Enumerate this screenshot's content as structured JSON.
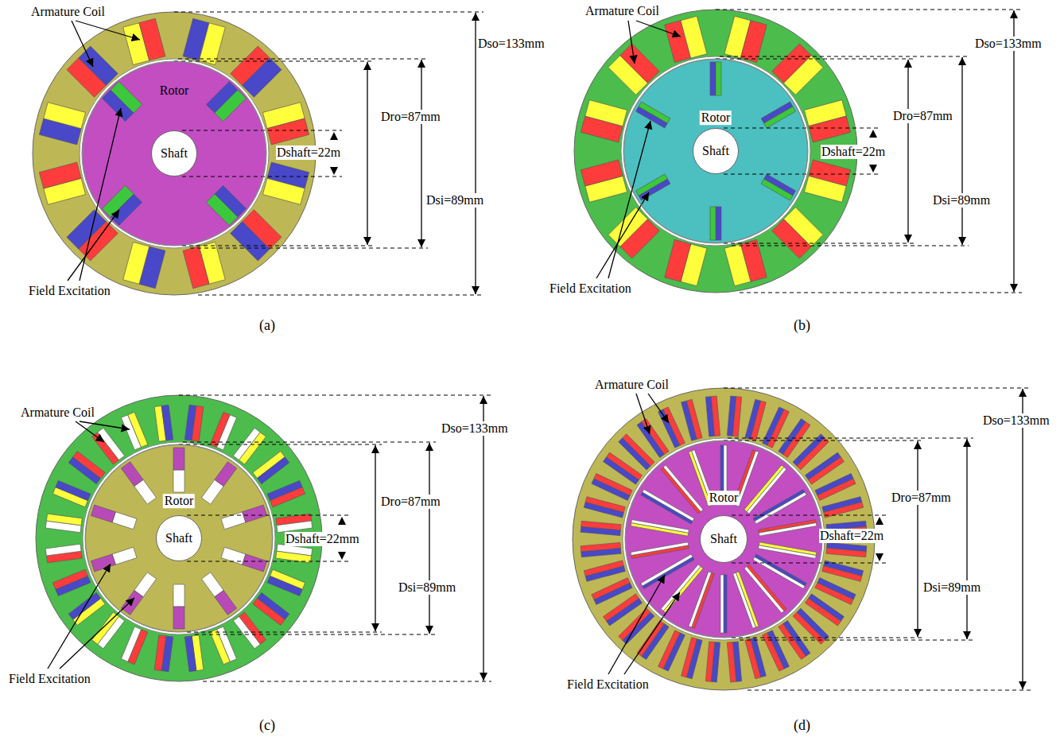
{
  "diagram": {
    "nodes": [
      {
        "text": [
          "Rotor"
        ]
      },
      {
        "text": [
          "Shaft"
        ],
        "in": 0
      },
      {
        "text": [
          "Rotor"
        ]
      },
      {
        "text": [
          "Shaft"
        ],
        "in": 2
      },
      {
        "text": [
          "Rotor"
        ]
      },
      {
        "text": [
          "Shaft"
        ],
        "in": 4
      },
      {
        "text": [
          "Rotor"
        ]
      },
      {
        "text": [
          "Shaft"
        ],
        "in": 6
      }
    ],
    "labels": [
      "Armature Coil",
      "Dso=133mm",
      "Dro=87mm",
      "Dshaft=22m",
      "Dsi=89mm",
      "Field Excitation",
      "(a)",
      "Armature Coil",
      "Dso=133mm",
      "Dro=87mm",
      "Dshaft=22m",
      "Dsi=89mm",
      "Field Excitation",
      "(b)",
      "Armature Coil",
      "Dso=133mm",
      "Dro=87mm",
      "Dshaft=22mm",
      "Dsi=89mm",
      "Field Excitation",
      "(c)",
      "Armature Coil",
      "Dso=133mm",
      "Dro=87mm",
      "Dshaft=22m",
      "Dsi=89mm",
      "Field Excitation",
      "(d)"
    ]
  }
}
